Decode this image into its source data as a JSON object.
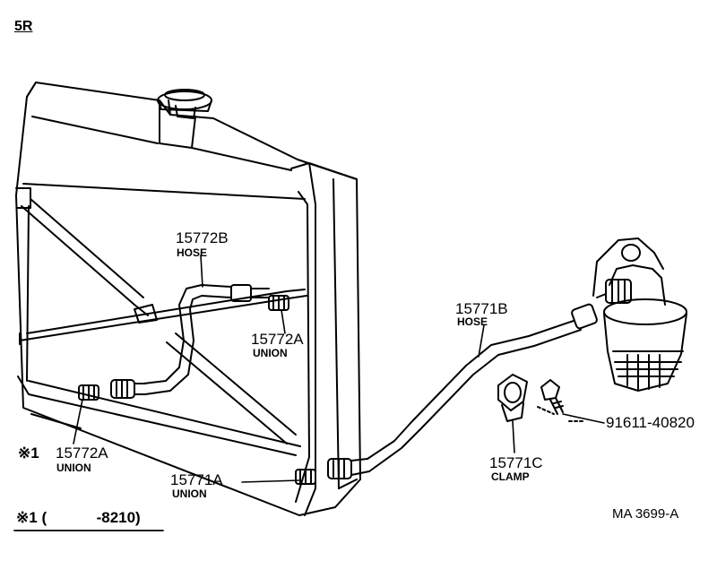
{
  "header": {
    "model": "5R"
  },
  "parts": [
    {
      "id": "15772B",
      "part_no": "15772B",
      "name": "HOSE"
    },
    {
      "id": "15772A-upper",
      "part_no": "15772A",
      "name": "UNION"
    },
    {
      "id": "15772A-lower",
      "prefix": "※1",
      "part_no": "15772A",
      "name": "UNION"
    },
    {
      "id": "15771A",
      "part_no": "15771A",
      "name": "UNION"
    },
    {
      "id": "15771B",
      "part_no": "15771B",
      "name": "HOSE"
    },
    {
      "id": "15771C",
      "part_no": "15771C",
      "name": "CLAMP"
    },
    {
      "id": "91611-40820",
      "part_no": "91611-40820"
    }
  ],
  "footnote": {
    "mark": "※1",
    "open": "(",
    "range": "-8210)"
  },
  "figure_code": "MA  3699-A"
}
